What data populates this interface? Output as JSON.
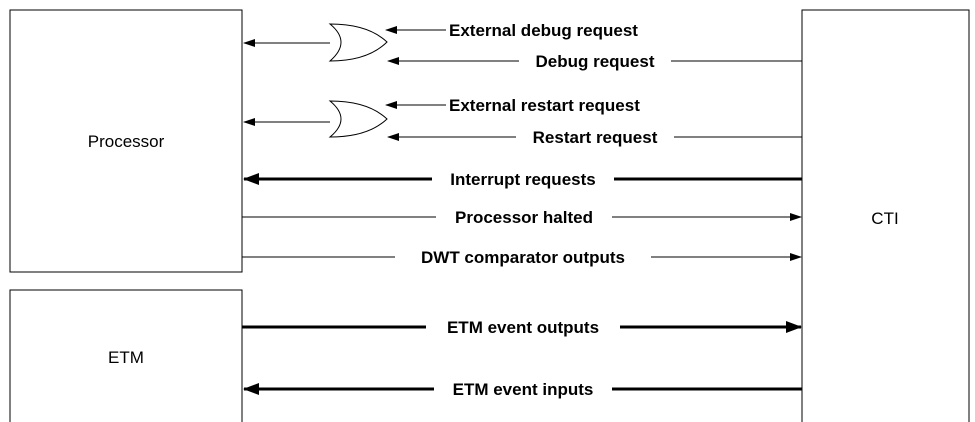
{
  "blocks": {
    "processor": "Processor",
    "etm": "ETM",
    "cti": "CTI"
  },
  "signals": {
    "external_debug_request": "External debug request",
    "debug_request": "Debug request",
    "external_restart_request": "External restart request",
    "restart_request": "Restart request",
    "interrupt_requests": "Interrupt requests",
    "processor_halted": "Processor halted",
    "dwt_comparator_outputs": "DWT comparator outputs",
    "etm_event_outputs": "ETM event outputs",
    "etm_event_inputs": "ETM event inputs"
  }
}
